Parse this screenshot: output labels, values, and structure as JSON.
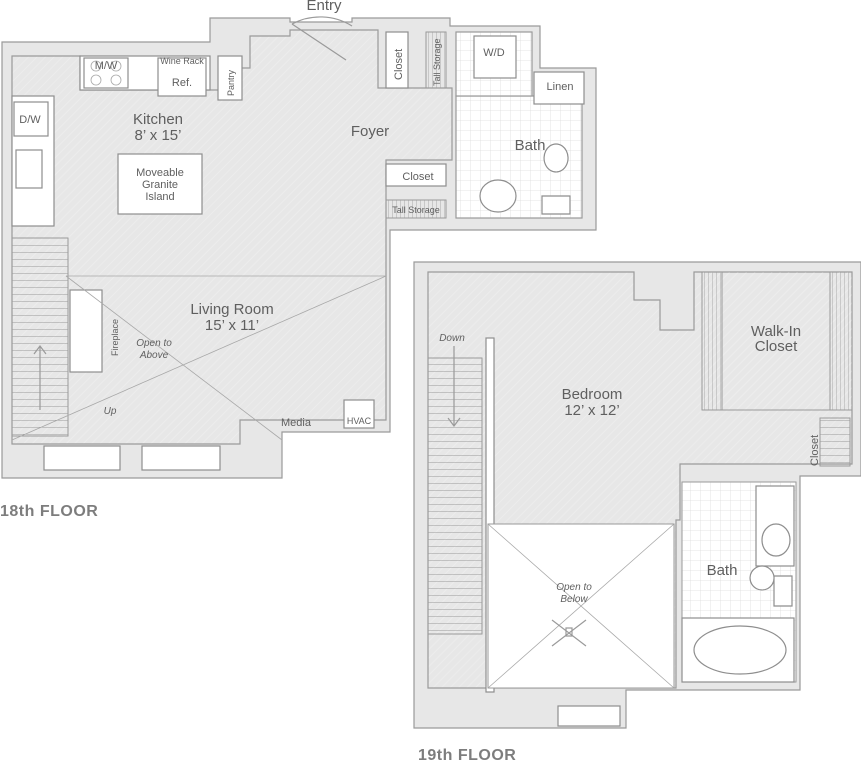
{
  "floors": {
    "lower": "18th FLOOR",
    "upper": "19th FLOOR"
  },
  "labels": {
    "entry": "Entry",
    "kitchen": "Kitchen",
    "kitchen_dim": "8’ x 15’",
    "foyer": "Foyer",
    "closet_top": "Closet",
    "tall_storage_top": "Tall Storage",
    "wd": "W/D",
    "linen": "Linen",
    "bath_lower": "Bath",
    "closet_mid": "Closet",
    "tall_storage_mid": "Tall Storage",
    "mw": "M/W",
    "wine_rack": "Wine Rack",
    "ref": "Ref.",
    "pantry": "Pantry",
    "dw": "D/W",
    "island_1": "Moveable",
    "island_2": "Granite",
    "island_3": "Island",
    "living": "Living Room",
    "living_dim": "15’ x 11’",
    "fireplace": "Fireplace",
    "open_above_1": "Open to",
    "open_above_2": "Above",
    "up": "Up",
    "media": "Media",
    "hvac": "HVAC",
    "down": "Down",
    "bedroom": "Bedroom",
    "bedroom_dim": "12’ x 12’",
    "walkin_1": "Walk-In",
    "walkin_2": "Closet",
    "closet_upper": "Closet",
    "bath_upper": "Bath",
    "open_below_1": "Open to",
    "open_below_2": "Below"
  }
}
